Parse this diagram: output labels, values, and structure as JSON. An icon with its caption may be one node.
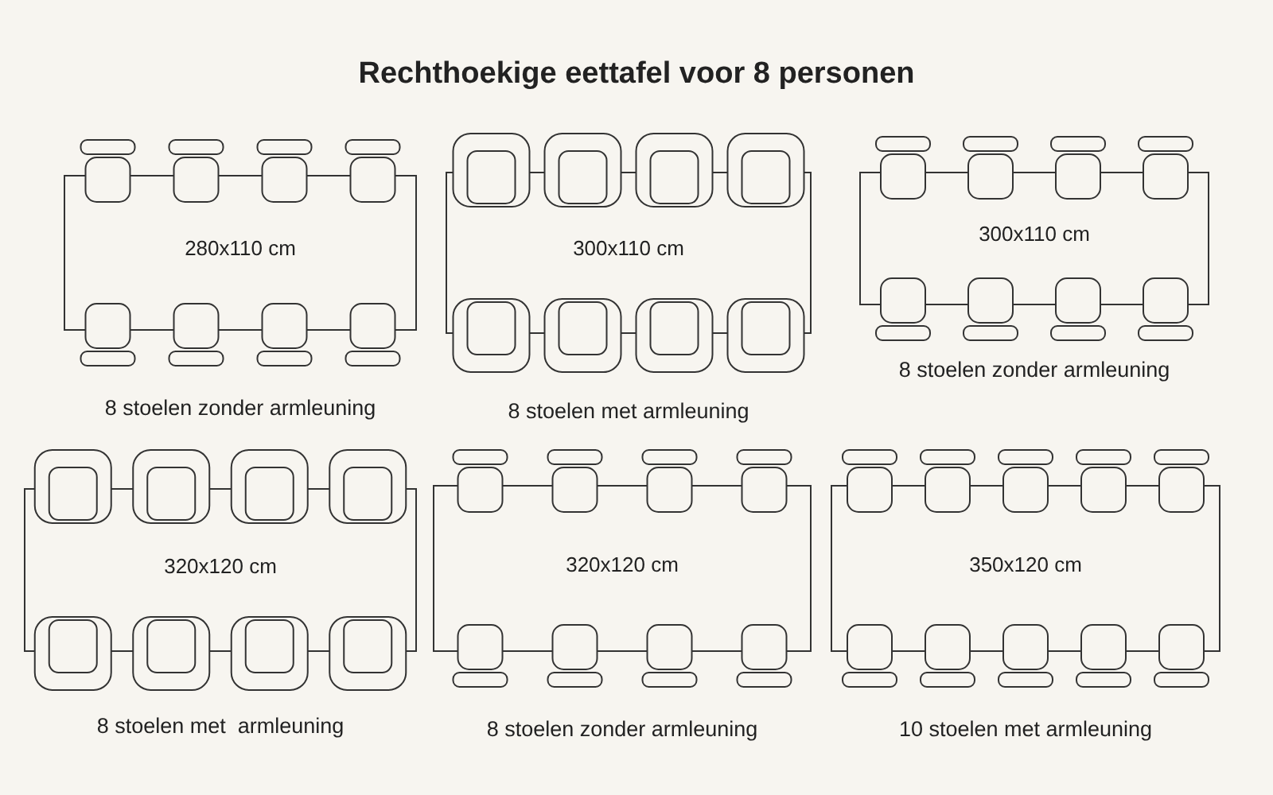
{
  "diagram": {
    "title": "Rechthoekige eettafel voor 8 personen",
    "nodes": [
      {
        "text": [
          "280x110 cm"
        ],
        "beside": [
          "8 stoelen zonder armleuning"
        ]
      },
      {
        "text": [
          "300x110 cm"
        ],
        "beside": [
          "8 stoelen met armleuning"
        ]
      },
      {
        "text": [
          "300x110 cm"
        ],
        "beside": [
          "8 stoelen zonder armleuning"
        ]
      },
      {
        "text": [
          "320x120 cm"
        ],
        "beside": [
          "8 stoelen met  armleuning"
        ]
      },
      {
        "text": [
          "320x120 cm"
        ],
        "beside": [
          "8 stoelen zonder armleuning"
        ]
      },
      {
        "text": [
          "350x120 cm"
        ],
        "beside": [
          "10 stoelen met armleuning"
        ]
      }
    ]
  }
}
